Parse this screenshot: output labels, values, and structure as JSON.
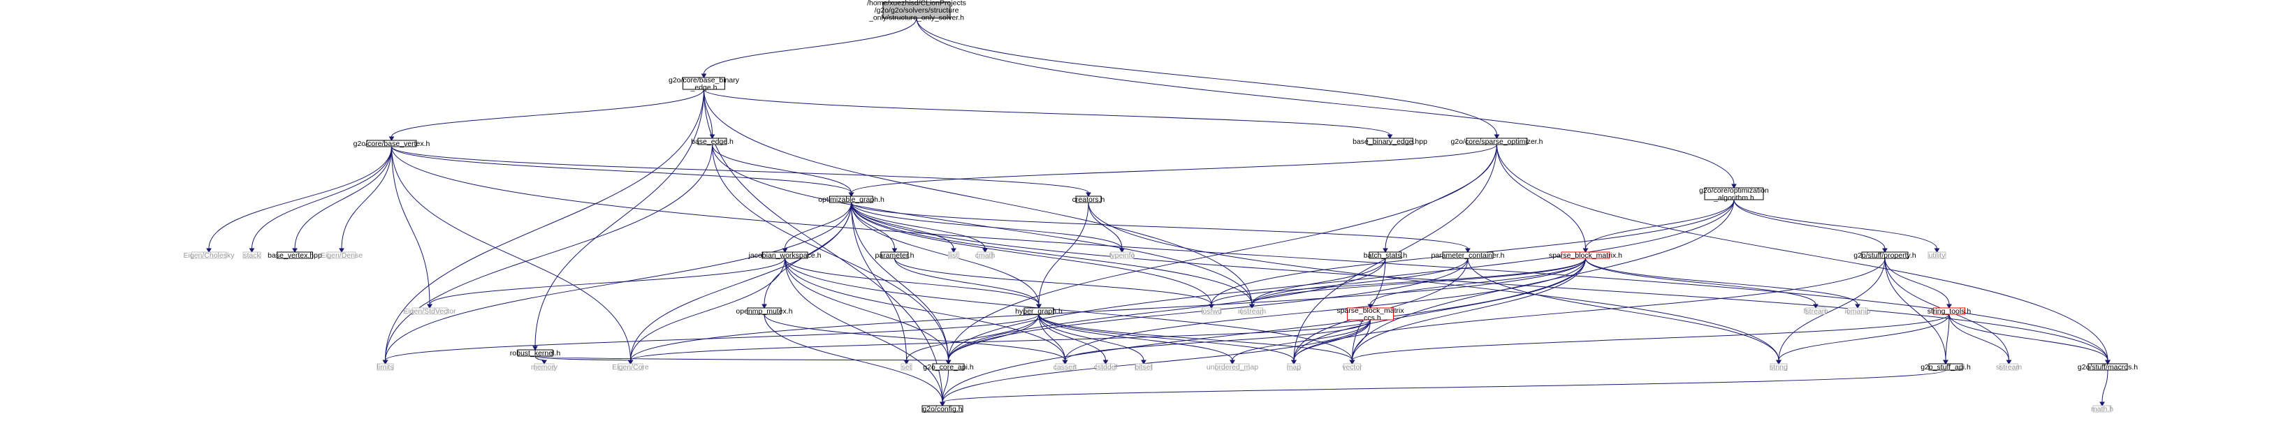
{
  "colors": {
    "edge": "#191970",
    "root_fill": "#bfbfbf",
    "node_border": "#000000",
    "system_border": "#bfbfbf",
    "system_text": "#999999",
    "has_more_border": "#ff0000"
  },
  "nodes": {
    "root": {
      "lines": [
        "/home/xuezhisd/CLionProjects",
        "/g2o/g2o/solvers/structure",
        "_only/structure_only_solver.h"
      ],
      "kind": "root"
    },
    "base_binary_edge_h": {
      "lines": [
        "g2o/core/base_binary",
        "_edge.h"
      ],
      "kind": "normal"
    },
    "base_vertex_h": {
      "lines": [
        "g2o/core/base_vertex.h"
      ],
      "kind": "normal"
    },
    "base_edge_h": {
      "lines": [
        "base_edge.h"
      ],
      "kind": "normal"
    },
    "base_binary_edge_hpp": {
      "lines": [
        "base_binary_edge.hpp"
      ],
      "kind": "normal"
    },
    "sparse_optimizer_h": {
      "lines": [
        "g2o/core/sparse_optimizer.h"
      ],
      "kind": "normal"
    },
    "optimization_algorithm_h": {
      "lines": [
        "g2o/core/optimization",
        "_algorithm.h"
      ],
      "kind": "normal"
    },
    "creators_h": {
      "lines": [
        "creators.h"
      ],
      "kind": "normal"
    },
    "optimizable_graph_h": {
      "lines": [
        "optimizable_graph.h"
      ],
      "kind": "normal"
    },
    "eigen_cholesky": {
      "lines": [
        "Eigen/Cholesky"
      ],
      "kind": "system"
    },
    "stack": {
      "lines": [
        "stack"
      ],
      "kind": "system"
    },
    "base_vertex_hpp": {
      "lines": [
        "base_vertex.hpp"
      ],
      "kind": "normal"
    },
    "eigen_dense": {
      "lines": [
        "Eigen/Dense"
      ],
      "kind": "system"
    },
    "typeinfo": {
      "lines": [
        "typeinfo"
      ],
      "kind": "system"
    },
    "utility": {
      "lines": [
        "utility"
      ],
      "kind": "system"
    },
    "jacobian_workspace_h": {
      "lines": [
        "jacobian_workspace.h"
      ],
      "kind": "normal"
    },
    "parameter_h": {
      "lines": [
        "parameter.h"
      ],
      "kind": "normal"
    },
    "list": {
      "lines": [
        "list"
      ],
      "kind": "system"
    },
    "cmath": {
      "lines": [
        "cmath"
      ],
      "kind": "system"
    },
    "batch_stats_h": {
      "lines": [
        "batch_stats.h"
      ],
      "kind": "normal"
    },
    "parameter_container_h": {
      "lines": [
        "parameter_container.h"
      ],
      "kind": "normal"
    },
    "sparse_block_matrix_h": {
      "lines": [
        "sparse_block_matrix.h"
      ],
      "kind": "more"
    },
    "property_h": {
      "lines": [
        "g2o/stuff/property.h"
      ],
      "kind": "normal"
    },
    "eigen_stdvector": {
      "lines": [
        "Eigen/StdVector"
      ],
      "kind": "system"
    },
    "openmp_mutex_h": {
      "lines": [
        "openmp_mutex.h"
      ],
      "kind": "normal"
    },
    "hyper_graph_h": {
      "lines": [
        "hyper_graph.h"
      ],
      "kind": "normal"
    },
    "iosfwd": {
      "lines": [
        "iosfwd"
      ],
      "kind": "system"
    },
    "iostream": {
      "lines": [
        "iostream"
      ],
      "kind": "system"
    },
    "sparse_block_matrix_ccs_h": {
      "lines": [
        "sparse_block_matrix",
        "_ccs.h"
      ],
      "kind": "more"
    },
    "fstream": {
      "lines": [
        "fstream"
      ],
      "kind": "system"
    },
    "iomanip": {
      "lines": [
        "iomanip"
      ],
      "kind": "system"
    },
    "string_tools_h": {
      "lines": [
        "string_tools.h"
      ],
      "kind": "more"
    },
    "robust_kernel_h": {
      "lines": [
        "robust_kernel.h"
      ],
      "kind": "normal"
    },
    "limits": {
      "lines": [
        "limits"
      ],
      "kind": "system"
    },
    "memory": {
      "lines": [
        "memory"
      ],
      "kind": "system"
    },
    "eigen_core": {
      "lines": [
        "Eigen/Core"
      ],
      "kind": "system"
    },
    "set": {
      "lines": [
        "set"
      ],
      "kind": "system"
    },
    "g2o_core_api_h": {
      "lines": [
        "g2o_core_api.h"
      ],
      "kind": "normal"
    },
    "cassert": {
      "lines": [
        "cassert"
      ],
      "kind": "system"
    },
    "cstddef": {
      "lines": [
        "cstddef"
      ],
      "kind": "system"
    },
    "bitset": {
      "lines": [
        "bitset"
      ],
      "kind": "system"
    },
    "unordered_map": {
      "lines": [
        "unordered_map"
      ],
      "kind": "system"
    },
    "map": {
      "lines": [
        "map"
      ],
      "kind": "system"
    },
    "vector": {
      "lines": [
        "vector"
      ],
      "kind": "system"
    },
    "string": {
      "lines": [
        "string"
      ],
      "kind": "system"
    },
    "g2o_stuff_api_h": {
      "lines": [
        "g2o_stuff_api.h"
      ],
      "kind": "normal"
    },
    "sstream": {
      "lines": [
        "sstream"
      ],
      "kind": "system"
    },
    "macros_h": {
      "lines": [
        "g2o/stuff/macros.h"
      ],
      "kind": "normal"
    },
    "config_h": {
      "lines": [
        "g2o/config.h"
      ],
      "kind": "normal"
    },
    "math_h": {
      "lines": [
        "math.h"
      ],
      "kind": "system"
    }
  },
  "edges": [
    [
      "root",
      "base_binary_edge_h"
    ],
    [
      "root",
      "sparse_optimizer_h"
    ],
    [
      "root",
      "optimization_algorithm_h"
    ],
    [
      "base_binary_edge_h",
      "base_vertex_h"
    ],
    [
      "base_binary_edge_h",
      "base_edge_h"
    ],
    [
      "base_binary_edge_h",
      "robust_kernel_h"
    ],
    [
      "base_binary_edge_h",
      "base_binary_edge_hpp"
    ],
    [
      "base_binary_edge_h",
      "limits"
    ],
    [
      "base_binary_edge_h",
      "iostream"
    ],
    [
      "base_binary_edge_h",
      "config_h"
    ],
    [
      "base_vertex_h",
      "optimizable_graph_h"
    ],
    [
      "base_vertex_h",
      "creators_h"
    ],
    [
      "base_vertex_h",
      "eigen_cholesky"
    ],
    [
      "base_vertex_h",
      "stack"
    ],
    [
      "base_vertex_h",
      "base_vertex_hpp"
    ],
    [
      "base_vertex_h",
      "eigen_dense"
    ],
    [
      "base_vertex_h",
      "eigen_stdvector"
    ],
    [
      "base_vertex_h",
      "eigen_core"
    ],
    [
      "base_vertex_h",
      "macros_h"
    ],
    [
      "base_edge_h",
      "optimizable_graph_h"
    ],
    [
      "base_edge_h",
      "limits"
    ],
    [
      "base_edge_h",
      "iostream"
    ],
    [
      "base_edge_h",
      "g2o_core_api_h"
    ],
    [
      "sparse_optimizer_h",
      "optimizable_graph_h"
    ],
    [
      "sparse_optimizer_h",
      "batch_stats_h"
    ],
    [
      "sparse_optimizer_h",
      "sparse_block_matrix_h"
    ],
    [
      "sparse_optimizer_h",
      "map"
    ],
    [
      "sparse_optimizer_h",
      "macros_h"
    ],
    [
      "sparse_optimizer_h",
      "g2o_core_api_h"
    ],
    [
      "optimization_algorithm_h",
      "sparse_block_matrix_h"
    ],
    [
      "optimization_algorithm_h",
      "property_h"
    ],
    [
      "optimization_algorithm_h",
      "utility"
    ],
    [
      "optimization_algorithm_h",
      "iosfwd"
    ],
    [
      "optimization_algorithm_h",
      "vector"
    ],
    [
      "optimization_algorithm_h",
      "g2o_core_api_h"
    ],
    [
      "creators_h",
      "hyper_graph_h"
    ],
    [
      "creators_h",
      "typeinfo"
    ],
    [
      "creators_h",
      "string"
    ],
    [
      "optimizable_graph_h",
      "jacobian_workspace_h"
    ],
    [
      "optimizable_graph_h",
      "parameter_h"
    ],
    [
      "optimizable_graph_h",
      "list"
    ],
    [
      "optimizable_graph_h",
      "cmath"
    ],
    [
      "optimizable_graph_h",
      "typeinfo"
    ],
    [
      "optimizable_graph_h",
      "parameter_container_h"
    ],
    [
      "optimizable_graph_h",
      "openmp_mutex_h"
    ],
    [
      "optimizable_graph_h",
      "hyper_graph_h"
    ],
    [
      "optimizable_graph_h",
      "iosfwd"
    ],
    [
      "optimizable_graph_h",
      "iostream"
    ],
    [
      "optimizable_graph_h",
      "limits"
    ],
    [
      "optimizable_graph_h",
      "set"
    ],
    [
      "optimizable_graph_h",
      "eigen_core"
    ],
    [
      "optimizable_graph_h",
      "g2o_core_api_h"
    ],
    [
      "optimizable_graph_h",
      "macros_h"
    ],
    [
      "jacobian_workspace_h",
      "eigen_stdvector"
    ],
    [
      "jacobian_workspace_h",
      "eigen_core"
    ],
    [
      "jacobian_workspace_h",
      "hyper_graph_h"
    ],
    [
      "jacobian_workspace_h",
      "cassert"
    ],
    [
      "jacobian_workspace_h",
      "vector"
    ],
    [
      "jacobian_workspace_h",
      "g2o_core_api_h"
    ],
    [
      "jacobian_workspace_h",
      "config_h"
    ],
    [
      "parameter_h",
      "hyper_graph_h"
    ],
    [
      "parameter_h",
      "iosfwd"
    ],
    [
      "parameter_container_h",
      "iostream"
    ],
    [
      "parameter_container_h",
      "map"
    ],
    [
      "parameter_container_h",
      "string"
    ],
    [
      "parameter_container_h",
      "g2o_core_api_h"
    ],
    [
      "batch_stats_h",
      "iostream"
    ],
    [
      "batch_stats_h",
      "vector"
    ],
    [
      "batch_stats_h",
      "g2o_core_api_h"
    ],
    [
      "sparse_block_matrix_h",
      "sparse_block_matrix_ccs_h"
    ],
    [
      "sparse_block_matrix_h",
      "fstream"
    ],
    [
      "sparse_block_matrix_h",
      "iomanip"
    ],
    [
      "sparse_block_matrix_h",
      "iostream"
    ],
    [
      "sparse_block_matrix_h",
      "map"
    ],
    [
      "sparse_block_matrix_h",
      "vector"
    ],
    [
      "sparse_block_matrix_h",
      "eigen_core"
    ],
    [
      "sparse_block_matrix_h",
      "cassert"
    ],
    [
      "sparse_block_matrix_h",
      "config_h"
    ],
    [
      "sparse_block_matrix_h",
      "iosfwd"
    ],
    [
      "property_h",
      "string_tools_h"
    ],
    [
      "property_h",
      "string"
    ],
    [
      "property_h",
      "map"
    ],
    [
      "property_h",
      "sstream"
    ],
    [
      "property_h",
      "g2o_stuff_api_h"
    ],
    [
      "string_tools_h",
      "g2o_stuff_api_h"
    ],
    [
      "string_tools_h",
      "macros_h"
    ],
    [
      "string_tools_h",
      "sstream"
    ],
    [
      "string_tools_h",
      "string"
    ],
    [
      "string_tools_h",
      "vector"
    ],
    [
      "openmp_mutex_h",
      "cassert"
    ],
    [
      "openmp_mutex_h",
      "config_h"
    ],
    [
      "hyper_graph_h",
      "g2o_core_api_h"
    ],
    [
      "hyper_graph_h",
      "set"
    ],
    [
      "hyper_graph_h",
      "cassert"
    ],
    [
      "hyper_graph_h",
      "cstddef"
    ],
    [
      "hyper_graph_h",
      "bitset"
    ],
    [
      "hyper_graph_h",
      "unordered_map"
    ],
    [
      "hyper_graph_h",
      "map"
    ],
    [
      "hyper_graph_h",
      "vector"
    ],
    [
      "hyper_graph_h",
      "limits"
    ],
    [
      "sparse_block_matrix_ccs_h",
      "map"
    ],
    [
      "sparse_block_matrix_ccs_h",
      "vector"
    ],
    [
      "sparse_block_matrix_ccs_h",
      "cassert"
    ],
    [
      "sparse_block_matrix_ccs_h",
      "eigen_core"
    ],
    [
      "sparse_block_matrix_ccs_h",
      "unordered_map"
    ],
    [
      "sparse_block_matrix_ccs_h",
      "config_h"
    ],
    [
      "robust_kernel_h",
      "memory"
    ],
    [
      "robust_kernel_h",
      "eigen_core"
    ],
    [
      "robust_kernel_h",
      "g2o_core_api_h"
    ],
    [
      "g2o_core_api_h",
      "config_h"
    ],
    [
      "g2o_stuff_api_h",
      "config_h"
    ],
    [
      "macros_h",
      "math_h"
    ]
  ]
}
